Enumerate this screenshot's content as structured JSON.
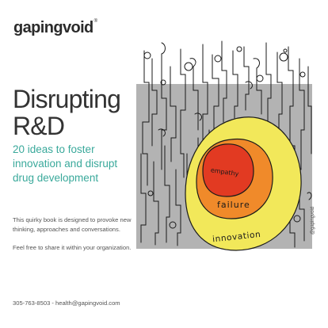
{
  "brand": {
    "logo_text": "gapingvoid",
    "reg_mark": "®"
  },
  "title": {
    "line1": "Disrupting",
    "line2": "R&D"
  },
  "subtitle": {
    "line1": "20 ideas to foster",
    "line2": "innovation and disrupt",
    "line3": "drug development"
  },
  "body": {
    "paragraph1": "This quirky book is designed to provoke new thinking, approaches and conversations.",
    "paragraph2": "Feel free to share it within your organization."
  },
  "contact": {
    "text": "305-763-8503 - health@gapingvoid.com"
  },
  "illustration": {
    "inner_label": "empathy",
    "middle_label": "failure",
    "outer_label": "innovation",
    "watermark": "@gapingvoid",
    "colors": {
      "square": "#b3b3b3",
      "outer_ring": "#f2e85a",
      "middle_ring": "#f08a2a",
      "inner_circle": "#e23a22",
      "teal_accent": "#3aa99b"
    }
  }
}
